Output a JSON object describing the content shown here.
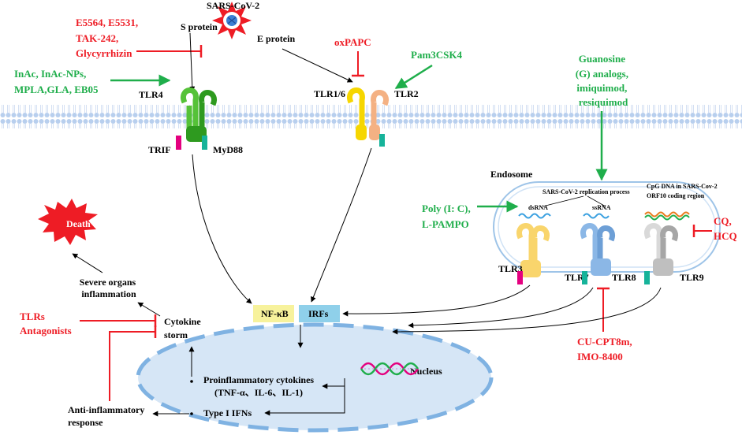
{
  "virus": {
    "label": "SARS-CoV-2"
  },
  "proteins": {
    "s_protein": "S protein",
    "e_protein": "E protein"
  },
  "inhibitors": {
    "tlr4": [
      "E5564, E5531,",
      "TAK-242,",
      "Glycyrrhizin"
    ],
    "tlr2": "oxPAPC",
    "tlr9": [
      "CQ,",
      "HCQ"
    ],
    "tlr78": [
      "CU-CPT8m,",
      "IMO-8400"
    ],
    "antagonists": [
      "TLRs",
      "Antagonists"
    ]
  },
  "agonists": {
    "tlr4": [
      "InAc, InAc-NPs,",
      "MPLA,GLA, EB05"
    ],
    "tlr2": "Pam3CSK4",
    "tlr78": [
      "Guanosine",
      "(G) analogs,",
      "imiquimod,",
      "resiquimod"
    ],
    "tlr3": [
      "Poly (I: C),",
      "L-PAMPO"
    ]
  },
  "receptors": {
    "tlr4": "TLR4",
    "tlr16": "TLR1/6",
    "tlr2": "TLR2",
    "tlr3": "TLR3",
    "tlr7": "TLR7",
    "tlr8": "TLR8",
    "tlr9": "TLR9"
  },
  "adaptors": {
    "trif": "TRIF",
    "myd88": "MyD88"
  },
  "endosome": {
    "label": "Endosome",
    "replication": "SARS-CoV-2 replication process",
    "cpg": [
      "CpG DNA in SARS-Cov-2",
      "ORF10 coding region"
    ],
    "dsrna": "dsRNA",
    "ssrna": "ssRNA"
  },
  "factors": {
    "nfkb": "NF-κB",
    "irfs": "IRFs"
  },
  "nucleus": {
    "label": "Nucleus",
    "cytokines": [
      "Proinflammatory cytokines",
      "(TNF-α、IL-6、IL-1)"
    ],
    "ifn": "Type I IFNs"
  },
  "outcomes": {
    "death": "Death",
    "severe": [
      "Severe organs",
      "inflammation"
    ],
    "storm": [
      "Cytokine",
      "storm"
    ],
    "anti": [
      "Anti-inflammatory",
      "response"
    ]
  },
  "colors": {
    "red": "#ee1c25",
    "green": "#1fae4b",
    "tlr4": "#55c238",
    "tlr16": "#f6d600",
    "tlr2": "#f4b183",
    "tlr3": "#f9d56c",
    "tlr78": "#8bb7e6",
    "tlr9": "#c9c9c9",
    "membrane": "#b8cfee",
    "nucleus": "#d6e6f6",
    "nfkb": "#f7f29c",
    "irfs": "#8fd0ea",
    "adaptor_pink": "#e4007f",
    "adaptor_teal": "#16b39a"
  }
}
